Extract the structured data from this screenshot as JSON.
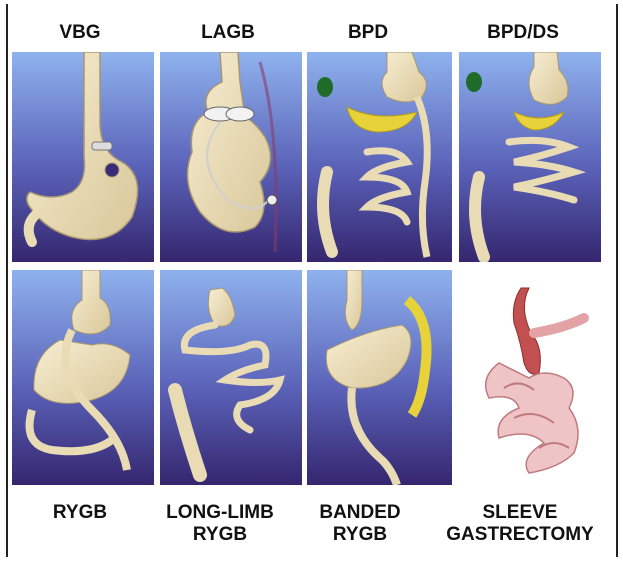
{
  "top_labels": [
    "VBG",
    "LAGB",
    "BPD",
    "BPD/DS"
  ],
  "bottom_labels": [
    {
      "line1": "RYGB",
      "line2": ""
    },
    {
      "line1": "LONG-LIMB",
      "line2": "RYGB"
    },
    {
      "line1": "BANDED",
      "line2": "RYGB"
    },
    {
      "line1": "SLEEVE",
      "line2": "GASTRECTOMY"
    }
  ],
  "colors": {
    "panel_top": "#86a9e8",
    "panel_bottom": "#3a2a78",
    "organ": "#efe3bf",
    "organ_outline": "#a89670",
    "pancreas": "#e8d23a",
    "gallbladder": "#1f6b2a",
    "sleeve_bowel": "#e3a3a6",
    "sleeve_stomach": "#c35050"
  }
}
